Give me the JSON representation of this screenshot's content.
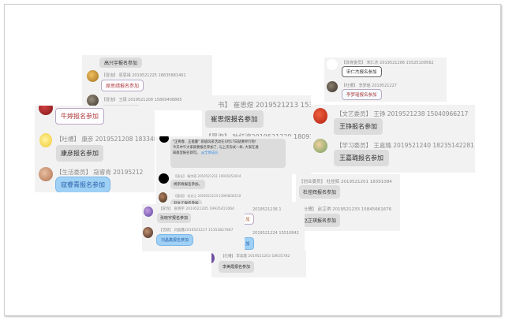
{
  "collage": {
    "panel_a": {
      "rows": [
        {
          "meta": "",
          "message": "高兴宇报名参加"
        },
        {
          "meta": "【冒泡】 原思靖 2019521225 18635681461",
          "message": "原思靖报名参加"
        },
        {
          "meta": "【冒泡】 王硕 2019521209 15809408865",
          "message": ""
        }
      ]
    },
    "panel_b": {
      "rows": [
        {
          "meta": "",
          "message": "牛婷报名参加"
        },
        {
          "meta": "【吐槽】 康彦 2019521208 18334868650",
          "message": "康彦报名参加"
        },
        {
          "meta": "【生活委员】 寇睿青 20195212",
          "message": "寇睿青报名参加"
        }
      ]
    },
    "panel_c": {
      "rows": [
        {
          "meta": "书】 崔思煜 2019521213 153",
          "message": "崔思煜报名参加"
        },
        {
          "meta": "【冒泡】 叶红波2019521229 180915",
          "message": ""
        }
      ]
    },
    "panel_d": {
      "rows": [
        {
          "meta": "【体育委员】 宋仁杰 2019521206 15525109562",
          "message": "宋仁杰报名参加"
        },
        {
          "meta": "【吐槽】 李梦瑶 2019521227",
          "message": "李梦瑶报名参加"
        }
      ]
    },
    "panel_e": {
      "rows": [
        {
          "meta": "【文艺委员】 王铮 2019521238 15040966217",
          "message": "王铮报名参加"
        },
        {
          "meta": "【学习委员】 王嘉璐 2019521240 18235142281",
          "message": "王嘉璐报名参加"
        }
      ]
    },
    "panel_f": {
      "announcement": {
        "line1": "\"正青春、正能量\" 班级风采活动在4月17日就要举行啦!",
        "line2": "今天中午大家就要报名参加了, 与上次形式一样, 大家在通",
        "line3": "知群里报名即可。",
        "mention": "@全体成员"
      },
      "rows": [
        {
          "meta": "【班长】 杨宗奇 2019521231 19935452034",
          "message": "杨宗奇报名参加。"
        },
        {
          "meta": "【冒泡】 刘文江 2019521214 13994836110",
          "message": "刘文江报名参加"
        }
      ]
    },
    "panel_g": {
      "rows": [
        {
          "meta": "【创业委员】 杜拴辉 2019521201 18391084",
          "message": "杜拴辉报名参加"
        },
        {
          "meta": "【吐槽】 赵芷琪 2019521233 15845661676",
          "message": "赵芷琪报名参加"
        }
      ]
    },
    "panel_h": {
      "rows": [
        {
          "meta": "【冒泡】 张晓宇 2019521205 19935411064",
          "message": "张晓宇报名参加"
        },
        {
          "meta": "【活跃】 刘晶鑫2019521217 15353827867",
          "message": "刘晶鑫报名参加"
        }
      ]
    },
    "panel_i": {
      "rows": [
        {
          "meta": "2019521236 1",
          "message": "加"
        },
        {
          "meta": "2019521224 15510842",
          "message": "加"
        }
      ]
    },
    "panel_j": {
      "rows": [
        {
          "meta": "【吐槽】 李美霞 2019521203 18635782",
          "message": "李美霞报名参加"
        }
      ]
    }
  }
}
